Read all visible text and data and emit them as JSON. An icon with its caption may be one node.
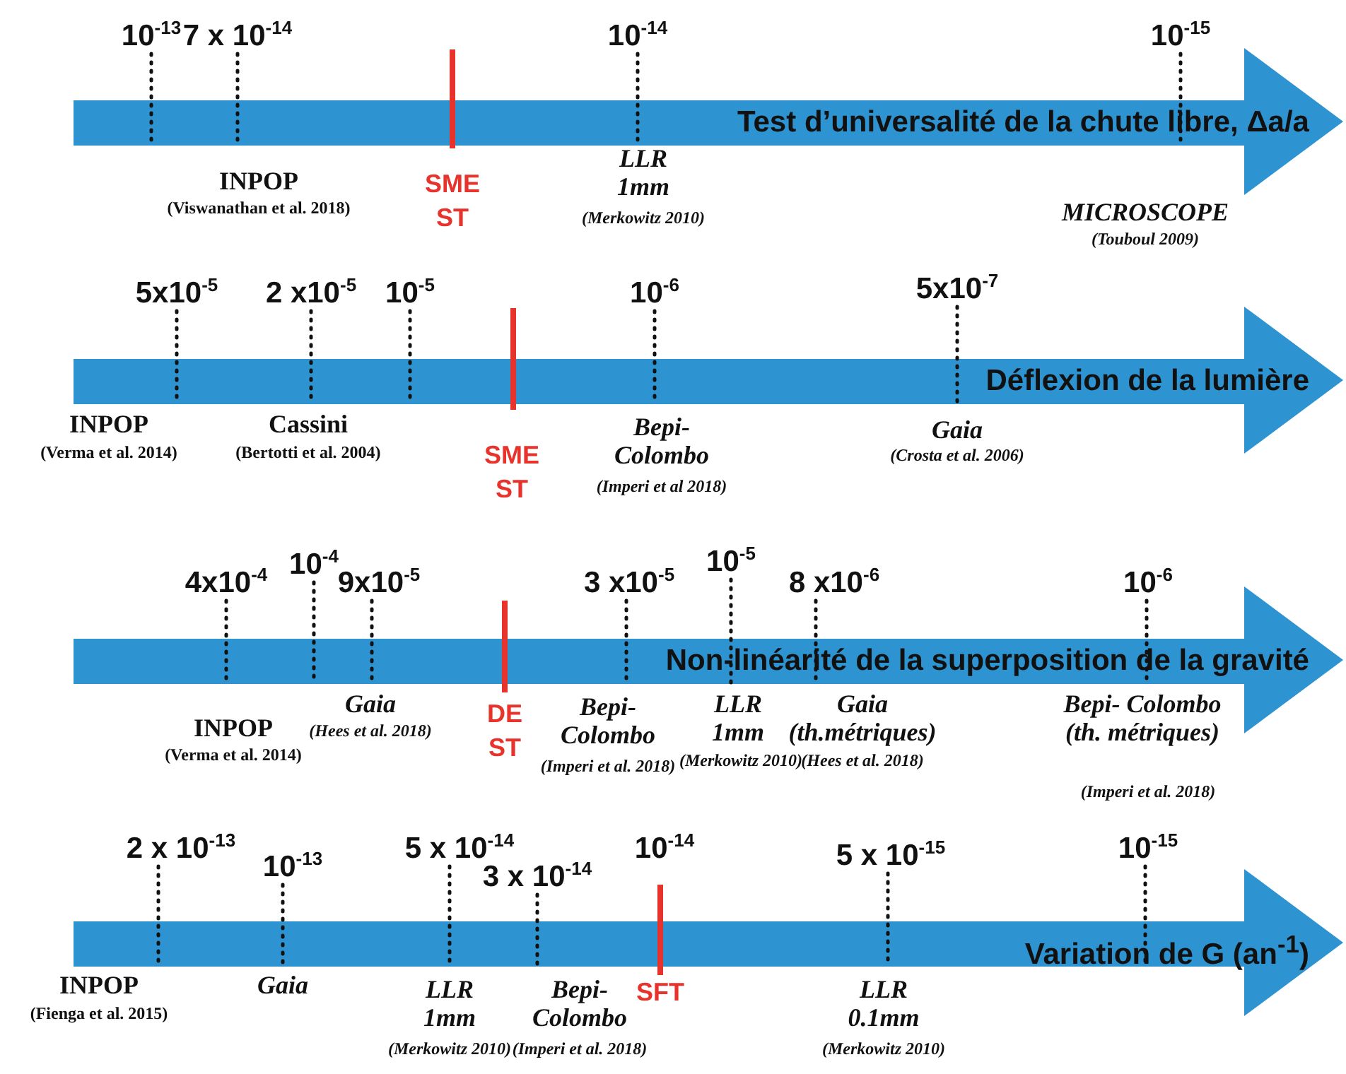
{
  "diagram": {
    "nodes": [
      {
        "text": [
          "10$^{-13}$"
        ]
      },
      {
        "text": [
          "7 x 10$^{-14}$"
        ]
      },
      {
        "text": [
          "10$^{-14}$"
        ]
      },
      {
        "text": [
          "10$^{-15}$"
        ]
      },
      {
        "text": [
          "Test d’universalité de la chute libre, Δa/a"
        ]
      },
      {
        "text": [
          "5x10$^{-5}$"
        ]
      },
      {
        "text": [
          "2 x10$^{-5}$"
        ]
      },
      {
        "text": [
          "10$^{-5}$"
        ]
      },
      {
        "text": [
          "10$^{-6}$"
        ]
      },
      {
        "text": [
          "5x10$^{-7}$"
        ]
      },
      {
        "text": [
          "Déflexion de la lumière"
        ]
      },
      {
        "text": [
          "4x10$^{-4}$"
        ]
      },
      {
        "text": [
          "10$^{-4}$"
        ]
      },
      {
        "text": [
          "9x10$^{-5}$"
        ]
      },
      {
        "text": [
          "3 x10$^{-5}$"
        ]
      },
      {
        "text": [
          "10$^{-5}$"
        ]
      },
      {
        "text": [
          "8 x10$^{-6}$"
        ]
      },
      {
        "text": [
          "10$^{-6}$"
        ]
      },
      {
        "text": [
          "Non-linéarité de la superposition de la gravité"
        ]
      },
      {
        "text": [
          "2 x 10$^{-13}$"
        ]
      },
      {
        "text": [
          "10$^{-13}$"
        ]
      },
      {
        "text": [
          "5 x 10$^{-14}$"
        ]
      },
      {
        "text": [
          "3 x 10$^{-14}$"
        ]
      },
      {
        "text": [
          "10$^{-14}$"
        ]
      },
      {
        "text": [
          "5 x 10$^{-15}$"
        ]
      },
      {
        "text": [
          "10$^{-15}$"
        ]
      },
      {
        "text": [
          "Variation de G (an$^{-1}$)"
        ]
      }
    ],
    "edges": [
      {
        "from": 0,
        "to": 4,
        "arrow": "none",
        "style": "dashed"
      },
      {
        "from": 1,
        "to": 4,
        "arrow": "none",
        "style": "dashed"
      },
      {
        "from": 2,
        "to": 4,
        "arrow": "none",
        "style": "dashed"
      },
      {
        "from": 3,
        "to": 4,
        "arrow": "none",
        "style": "dashed"
      },
      {
        "from": 5,
        "to": 10,
        "arrow": "none",
        "style": "dashed"
      },
      {
        "from": 6,
        "to": 10,
        "arrow": "none",
        "style": "dashed"
      },
      {
        "from": 7,
        "to": 10,
        "arrow": "none",
        "style": "dashed"
      },
      {
        "from": 8,
        "to": 10,
        "arrow": "none",
        "style": "dashed"
      },
      {
        "from": 9,
        "to": 10,
        "arrow": "none",
        "style": "dashed"
      },
      {
        "from": 11,
        "to": 18,
        "arrow": "none",
        "style": "dashed"
      },
      {
        "from": 12,
        "to": 18,
        "arrow": "none",
        "style": "dashed"
      },
      {
        "from": 13,
        "to": 18,
        "arrow": "none",
        "style": "dashed"
      },
      {
        "from": 14,
        "to": 18,
        "arrow": "none",
        "style": "dashed"
      },
      {
        "from": 15,
        "to": 18,
        "arrow": "none",
        "style": "dashed"
      },
      {
        "from": 16,
        "to": 18,
        "arrow": "none",
        "style": "dashed"
      },
      {
        "from": 17,
        "to": 18,
        "arrow": "none",
        "style": "dashed"
      },
      {
        "from": 19,
        "to": 26,
        "arrow": "none",
        "style": "dashed"
      },
      {
        "from": 20,
        "to": 26,
        "arrow": "none",
        "style": "dashed"
      },
      {
        "from": 21,
        "to": 26,
        "arrow": "none",
        "style": "dashed"
      },
      {
        "from": 22,
        "to": 26,
        "arrow": "none",
        "style": "dashed"
      },
      {
        "from": 24,
        "to": 26,
        "arrow": "none",
        "style": "dashed"
      },
      {
        "from": 25,
        "to": 26,
        "arrow": "none",
        "style": "dashed"
      }
    ],
    "labels": [
      "INPOP",
      "(Viswanathan et al. 2018)",
      "SME ST",
      "LLR 1mm",
      "(Merkowitz 2010)",
      "MICROSCOPE",
      "(Touboul 2009)",
      "INPOP",
      "(Verma et al. 2014)",
      "Cassini",
      "(Bertotti et al. 2004)",
      "SME ST",
      "Bepi- Colombo",
      "(Imperi et al 2018)",
      "Gaia",
      "(Crosta et al. 2006)",
      "INPOP",
      "(Verma et al. 2014)",
      "Gaia",
      "(Hees et al. 2018)",
      "DE ST",
      "Bepi- Colombo",
      "(Imperi et al. 2018)",
      "LLR 1mm",
      "(Merkowitz 2010)",
      "Gaia (th.métriques)",
      "(Hees et al. 2018)",
      "Bepi- Colombo (th. métriques)",
      "(Imperi et al. 2018)",
      "INPOP",
      "(Fienga et al. 2015)",
      "Gaia",
      "LLR 1mm",
      "(Merkowitz 2010)",
      "Bepi- Colombo",
      "(Imperi et al. 2018)",
      "SFT",
      "LLR 0.1mm",
      "(Merkowitz 2010)"
    ]
  }
}
